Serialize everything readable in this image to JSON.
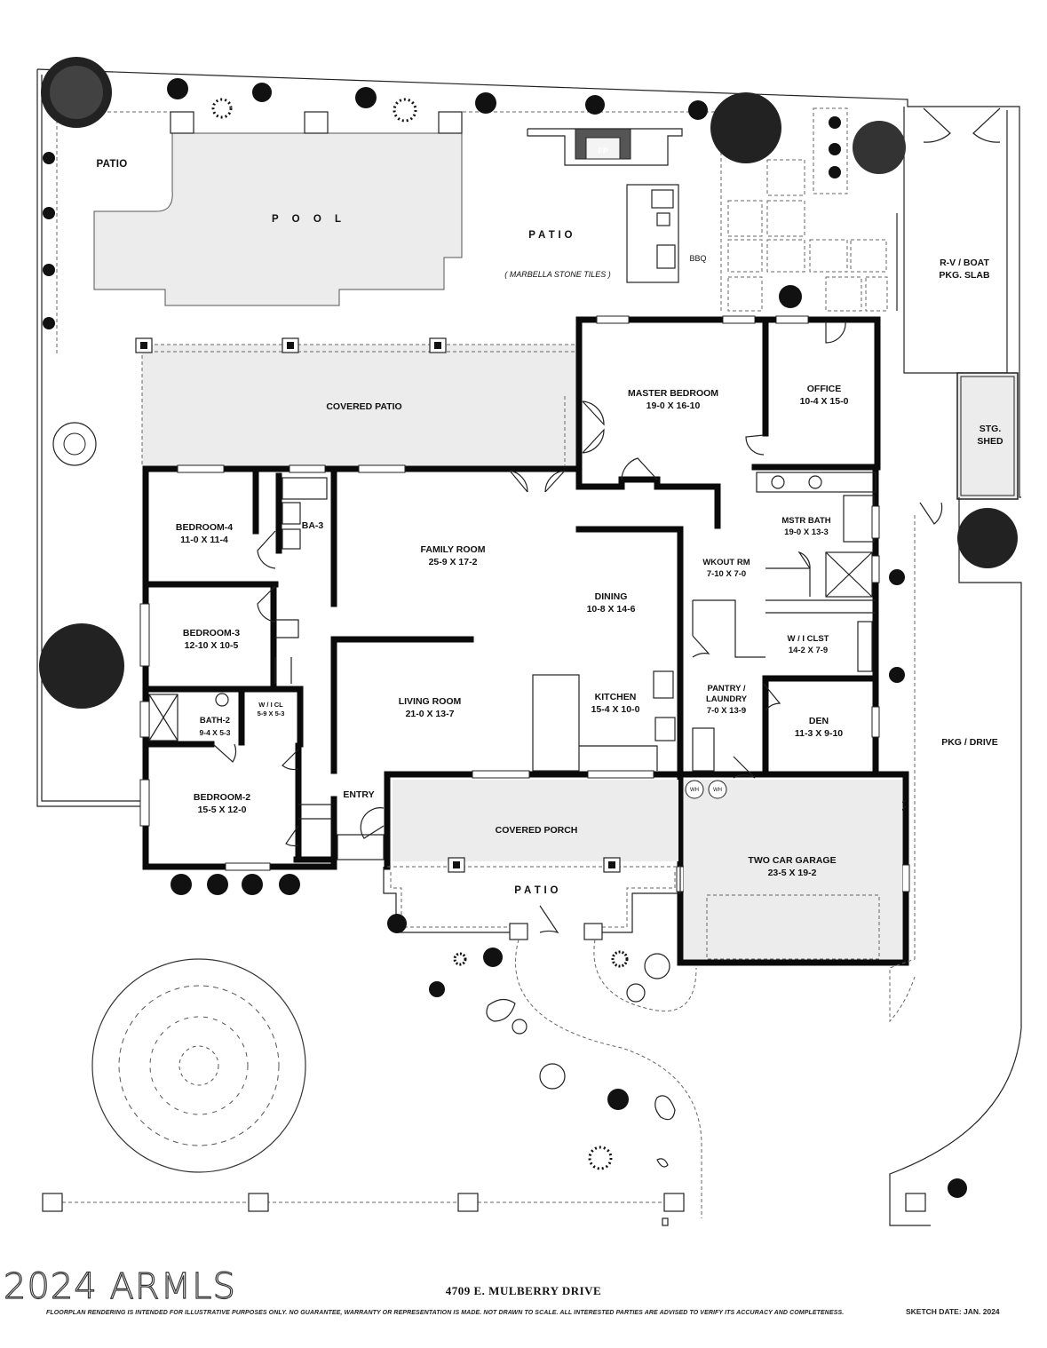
{
  "plan": {
    "address": "4709 E. MULBERRY DRIVE",
    "sketch_date": "SKETCH DATE:   JAN. 2024",
    "disclaimer": "FLOORPLAN RENDERING IS INTENDED FOR ILLUSTRATIVE PURPOSES ONLY.  NO GUARANTEE, WARRANTY OR REPRESENTATION IS MADE.  NOT DRAWN TO SCALE.  ALL INTERESTED PARTIES ARE ADVISED TO VERIFY ITS ACCURACY AND COMPLETENESS.",
    "watermark": "2024 ARMLS"
  },
  "labels": {
    "patio_nw": "PATIO",
    "pool": "P O O L",
    "patio_main": "P A T I O",
    "patio_main_note": "( MARBELLA STONE TILES )",
    "fp": "FP",
    "bbq": "BBQ",
    "rv_slab_1": "R-V / BOAT",
    "rv_slab_2": "PKG. SLAB",
    "covered_patio": "COVERED PATIO",
    "stg_shed_1": "STG.",
    "stg_shed_2": "SHED",
    "pkg_drive": "PKG / DRIVE",
    "covered_porch": "COVERED PORCH",
    "patio_front": "P A T I O",
    "entry": "ENTRY",
    "wh1": "WH",
    "wh2": "WH"
  },
  "rooms": {
    "master_bedroom": {
      "name": "MASTER BEDROOM",
      "dims": "19-0  X  16-10"
    },
    "office": {
      "name": "OFFICE",
      "dims": "10-4  X 15-0"
    },
    "mstr_bath": {
      "name": "MSTR BATH",
      "dims": "19-0  X 13-3"
    },
    "wkout_rm": {
      "name": "WKOUT RM",
      "dims": "7-10  X 7-0"
    },
    "wi_clst_master": {
      "name": "W / I  CLST",
      "dims": "14-2  X 7-9"
    },
    "pantry_laundry": {
      "name1": "PANTRY /",
      "name2": "LAUNDRY",
      "dims": "7-0  X 13-9"
    },
    "den": {
      "name": "DEN",
      "dims": "11-3  X 9-10"
    },
    "two_car_garage": {
      "name": "TWO CAR GARAGE",
      "dims": "23-5  X  19-2"
    },
    "family_room": {
      "name": "FAMILY ROOM",
      "dims": "25-9  X  17-2"
    },
    "dining": {
      "name": "DINING",
      "dims": "10-8  X 14-6"
    },
    "kitchen": {
      "name": "KITCHEN",
      "dims": "15-4  X 10-0"
    },
    "living_room": {
      "name": "LIVING ROOM",
      "dims": "21-0  X  13-7"
    },
    "bedroom_4": {
      "name": "BEDROOM-4",
      "dims": "11-0  X  11-4"
    },
    "ba_3": {
      "name": "BA-3"
    },
    "bedroom_3": {
      "name": "BEDROOM-3",
      "dims": "12-10  X  10-5"
    },
    "bath_2": {
      "name": "BATH-2",
      "dims": "9-4  X  5-3"
    },
    "wi_cl_2": {
      "name": "W / I  CL",
      "dims": "5-9  X  5-3"
    },
    "bedroom_2": {
      "name": "BEDROOM-2",
      "dims": "15-5  X  12-0"
    }
  }
}
